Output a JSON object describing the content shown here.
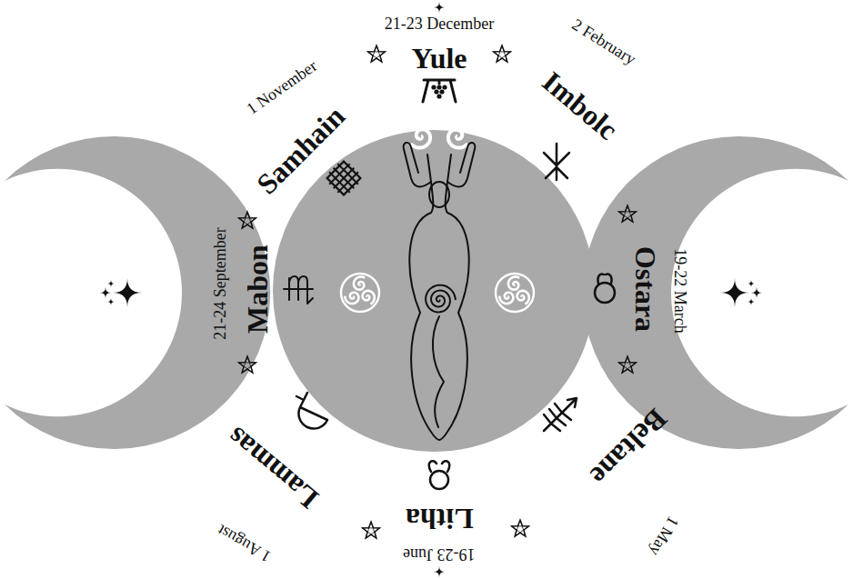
{
  "diagram": {
    "labels": [
      "21-23 December",
      "Yule",
      "2 February",
      "Imbolc",
      "19-22 March",
      "Ostara",
      "1 May",
      "Beltane",
      "19-23 June",
      "Litha",
      "1 August",
      "Lammas",
      "21-24 September",
      "Mabon",
      "1 November",
      "Samhain"
    ]
  }
}
